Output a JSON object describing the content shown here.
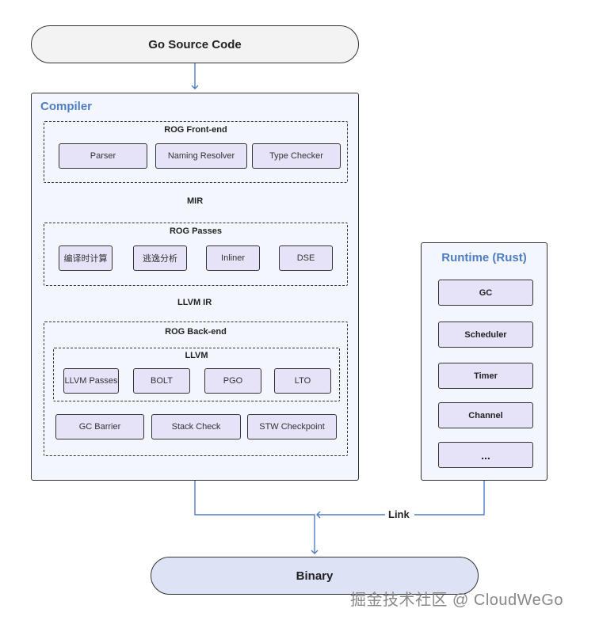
{
  "source": {
    "label": "Go Source Code"
  },
  "compiler": {
    "title": "Compiler",
    "frontend": {
      "title": "ROG Front-end",
      "items": [
        "Parser",
        "Naming Resolver",
        "Type Checker"
      ]
    },
    "mir_label": "MIR",
    "passes": {
      "title": "ROG Passes",
      "items": [
        "编译时计算",
        "逃逸分析",
        "Inliner",
        "DSE"
      ]
    },
    "llvmir_label": "LLVM IR",
    "backend": {
      "title": "ROG Back-end",
      "llvm": {
        "title": "LLVM",
        "items": [
          "LLVM Passes",
          "BOLT",
          "PGO",
          "LTO"
        ]
      },
      "items": [
        "GC Barrier",
        "Stack Check",
        "STW Checkpoint"
      ]
    }
  },
  "runtime": {
    "title": "Runtime (Rust)",
    "items": [
      "GC",
      "Scheduler",
      "Timer",
      "Channel",
      "..."
    ]
  },
  "link_label": "Link",
  "binary": {
    "label": "Binary"
  },
  "watermark": "掘金技术社区 @ CloudWeGo",
  "colors": {
    "accent": "#4f7dc3",
    "box_fill": "#e6e2f8",
    "panel_fill": "#f3f7fd",
    "binary_fill": "#dde3f5"
  }
}
